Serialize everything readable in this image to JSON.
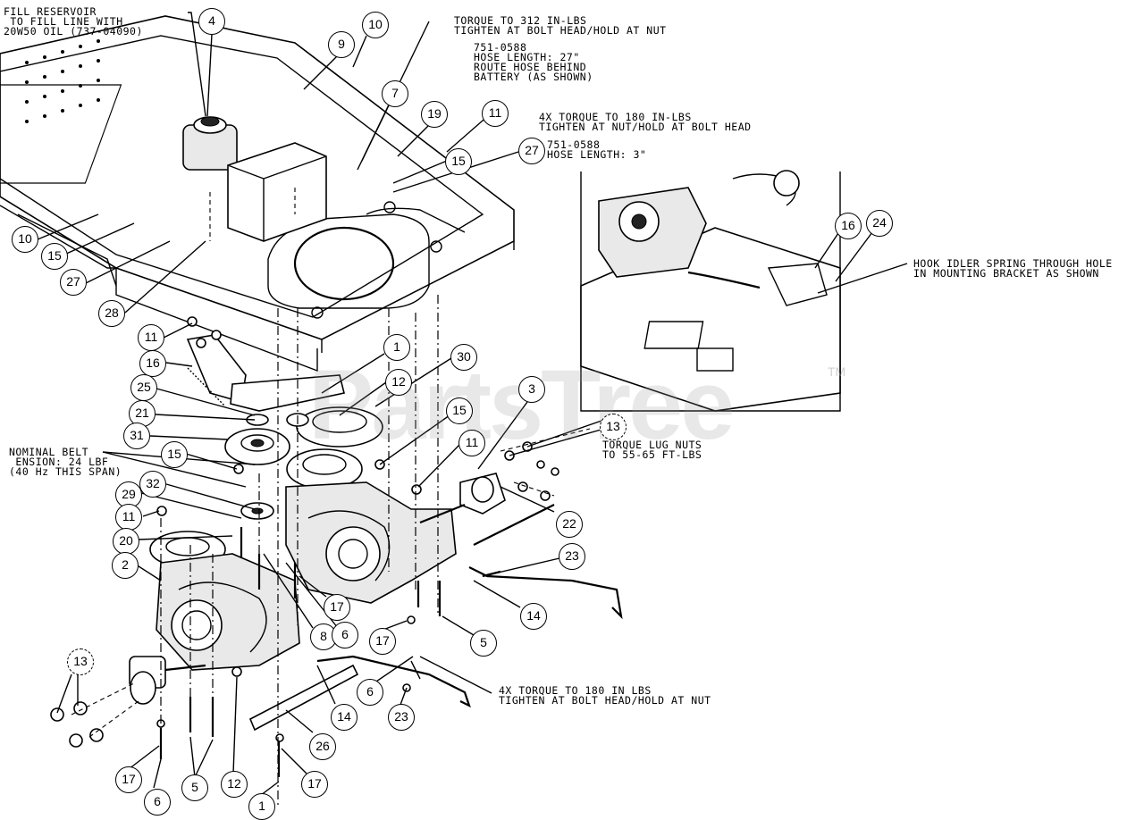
{
  "notes": {
    "fill_reservoir": "FILL RESERVOIR\n TO FILL LINE WITH\n20W50 OIL (737-04090)",
    "torque_312": "TORQUE TO 312 IN-LBS\nTIGHTEN AT BOLT HEAD/HOLD AT NUT",
    "hose_27": "751-0588\nHOSE LENGTH: 27\"\nROUTE HOSE BEHIND\nBATTERY (AS SHOWN)",
    "torque_180_nut": "4X TORQUE TO 180 IN-LBS\nTIGHTEN AT NUT/HOLD AT BOLT HEAD",
    "hose_3": "751-0588\nHOSE LENGTH: 3\"",
    "hook_idler": "HOOK IDLER SPRING THROUGH HOLE\nIN MOUNTING BRACKET AS SHOWN",
    "nominal_belt": "NOMINAL BELT\n ENSION: 24 LBF\n(40 Hz THIS SPAN)",
    "torque_lug": "TORQUE LUG NUTS\nTO 55-65 FT-LBS",
    "torque_180_bolt": "4X TORQUE TO 180 IN LBS\nTIGHTEN AT BOLT HEAD/HOLD AT NUT"
  },
  "callouts": [
    {
      "id": "c4a",
      "label": "4"
    },
    {
      "id": "c10a",
      "label": "10"
    },
    {
      "id": "c9",
      "label": "9"
    },
    {
      "id": "c7",
      "label": "7"
    },
    {
      "id": "c19",
      "label": "19"
    },
    {
      "id": "c11a",
      "label": "11"
    },
    {
      "id": "c15a",
      "label": "15"
    },
    {
      "id": "c27a",
      "label": "27"
    },
    {
      "id": "c10b",
      "label": "10"
    },
    {
      "id": "c15b",
      "label": "15"
    },
    {
      "id": "c27b",
      "label": "27"
    },
    {
      "id": "c28",
      "label": "28"
    },
    {
      "id": "c11b",
      "label": "11"
    },
    {
      "id": "c16a",
      "label": "16"
    },
    {
      "id": "c1",
      "label": "1"
    },
    {
      "id": "c30",
      "label": "30"
    },
    {
      "id": "c12a",
      "label": "12"
    },
    {
      "id": "c25",
      "label": "25"
    },
    {
      "id": "c21",
      "label": "21"
    },
    {
      "id": "c31",
      "label": "31"
    },
    {
      "id": "c15c",
      "label": "15"
    },
    {
      "id": "c15d",
      "label": "15"
    },
    {
      "id": "c3",
      "label": "3"
    },
    {
      "id": "c11c",
      "label": "11"
    },
    {
      "id": "c32",
      "label": "32"
    },
    {
      "id": "c29",
      "label": "29"
    },
    {
      "id": "c11d",
      "label": "11"
    },
    {
      "id": "c20",
      "label": "20"
    },
    {
      "id": "c2",
      "label": "2"
    },
    {
      "id": "c13a",
      "label": "13",
      "dashed": true
    },
    {
      "id": "c22",
      "label": "22"
    },
    {
      "id": "c23a",
      "label": "23"
    },
    {
      "id": "c14a",
      "label": "14"
    },
    {
      "id": "c17a",
      "label": "17"
    },
    {
      "id": "c8",
      "label": "8"
    },
    {
      "id": "c6a",
      "label": "6"
    },
    {
      "id": "c17b",
      "label": "17"
    },
    {
      "id": "c5a",
      "label": "5"
    },
    {
      "id": "c13b",
      "label": "13",
      "dashed": true
    },
    {
      "id": "c6b",
      "label": "6"
    },
    {
      "id": "c14b",
      "label": "14"
    },
    {
      "id": "c23b",
      "label": "23"
    },
    {
      "id": "c26",
      "label": "26"
    },
    {
      "id": "c17c",
      "label": "17"
    },
    {
      "id": "c5b",
      "label": "5"
    },
    {
      "id": "c12b",
      "label": "12"
    },
    {
      "id": "c17d",
      "label": "17"
    },
    {
      "id": "c6c",
      "label": "6"
    },
    {
      "id": "c1b",
      "label": "1"
    },
    {
      "id": "c16b",
      "label": "16"
    },
    {
      "id": "c24",
      "label": "24"
    }
  ],
  "watermark": {
    "text": "PartsTree",
    "trademark": "TM"
  }
}
